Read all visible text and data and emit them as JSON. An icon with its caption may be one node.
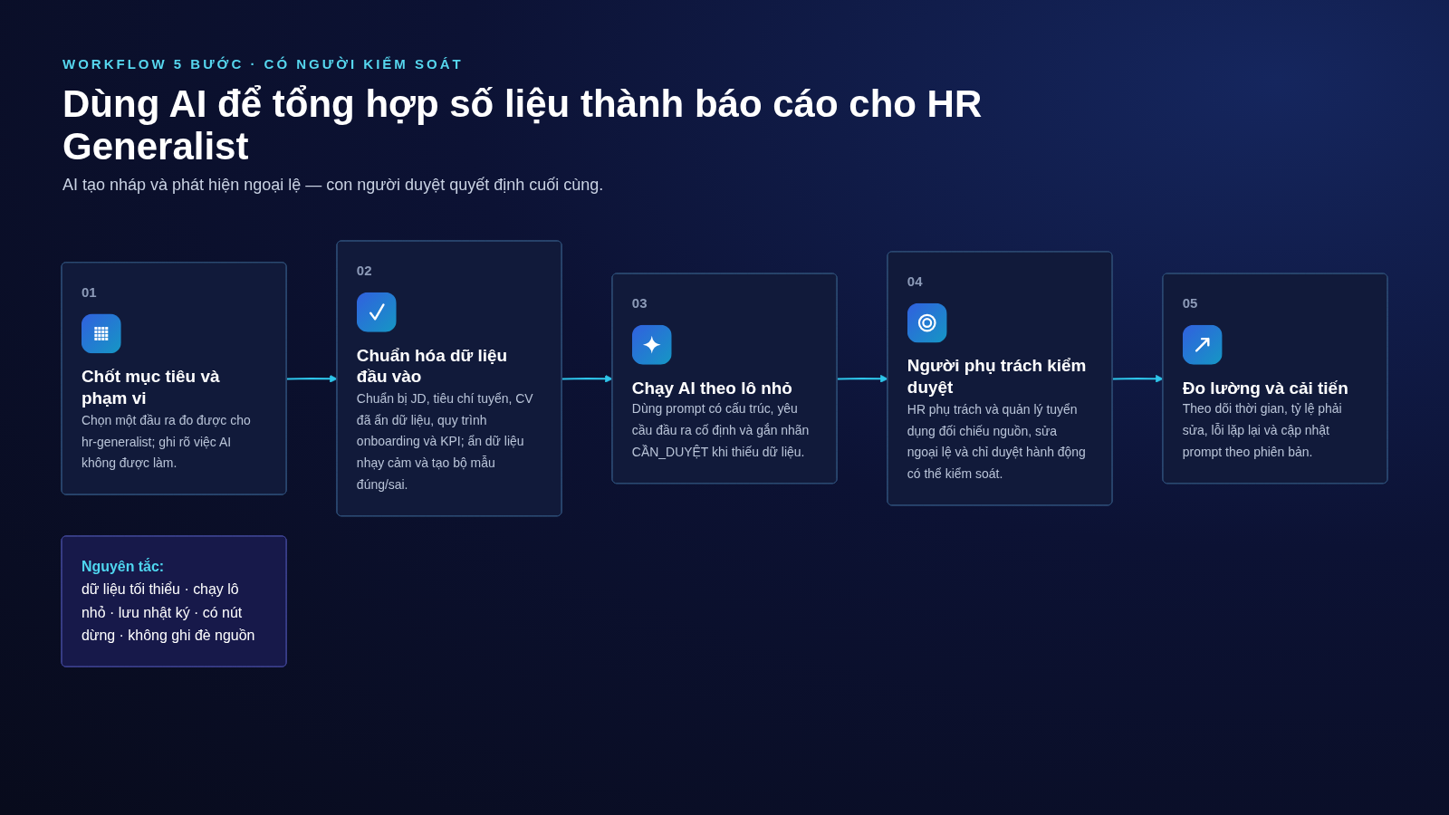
{
  "diagram": {
    "title": "Dùng AI để tổng hợp số liệu thành báo cáo cho HR Generalist",
    "nodes": [
      {
        "text": [
          "01",
          "Chốt mục tiêu và phạm vi",
          "Chọn một đầu ra đo được cho hr-generalist; ghi rõ việc AI không được làm."
        ]
      },
      {
        "text": [
          "02",
          "Chuẩn hóa dữ liệu đầu vào",
          "Chuẩn bị JD, tiêu chí tuyển, CV đã ẩn dữ liệu, quy trình onboarding và KPI; ẩn dữ liệu nhạy cảm và tạo bộ mẫu đúng/sai."
        ]
      },
      {
        "text": [
          "03",
          "Chạy AI theo lô nhỏ",
          "Dùng prompt có cấu trúc, yêu cầu đầu ra cố định và gắn nhãn CẦN_DUYỆT khi thiếu dữ liệu."
        ]
      },
      {
        "text": [
          "04",
          "Người phụ trách kiểm duyệt",
          "HR phụ trách và quản lý tuyển dụng đối chiếu nguồn, sửa ngoại lệ và chỉ duyệt hành động có thể kiểm soát."
        ]
      },
      {
        "text": [
          "05",
          "Đo lường và cải tiến",
          "Theo dõi thời gian, tỷ lệ phải sửa, lỗi lặp lại và cập nhật prompt theo phiên bản."
        ]
      },
      {
        "text": [
          "Nguyên tắc:",
          "dữ liệu tối thiểu · chạy lô nhỏ · lưu nhật ký · có nút dừng · không ghi đè nguồn"
        ]
      }
    ],
    "edges": [
      {
        "from": 0,
        "to": 1,
        "arrow": "to"
      },
      {
        "from": 1,
        "to": 2,
        "arrow": "to"
      },
      {
        "from": 2,
        "to": 3,
        "arrow": "to"
      },
      {
        "from": 3,
        "to": 4,
        "arrow": "to"
      }
    ],
    "labels": [
      "WORKFLOW 5 BƯỚC · CÓ NGƯỜI KIỂM SOÁT",
      "AI tạo nháp và phát hiện ngoại lệ — con người duyệt quyết định cuối cùng."
    ]
  }
}
